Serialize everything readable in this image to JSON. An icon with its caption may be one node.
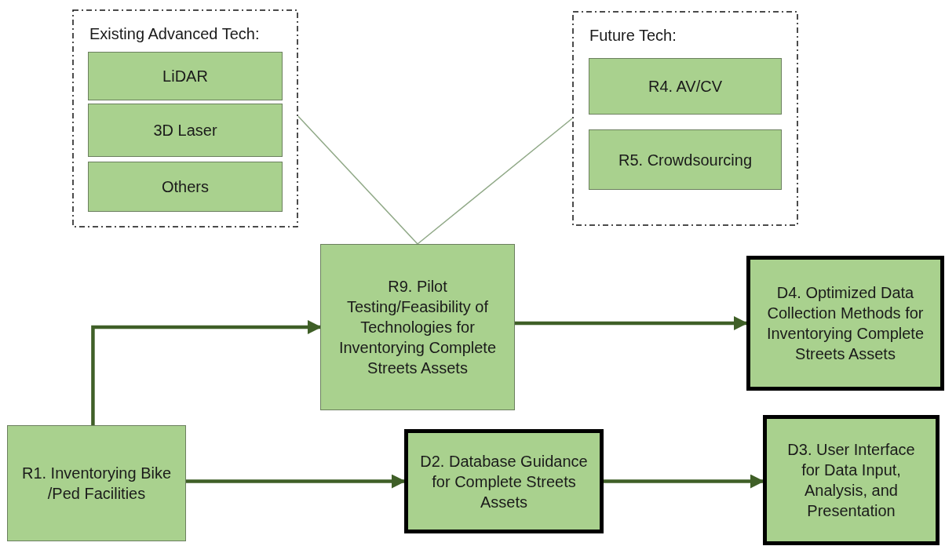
{
  "diagram": {
    "nodes": [
      {
        "text": [
          "Existing Advanced Tech:"
        ]
      },
      {
        "text": [
          "LiDAR"
        ],
        "in": 0
      },
      {
        "text": [
          "3D Laser"
        ],
        "in": 0
      },
      {
        "text": [
          "Others"
        ],
        "in": 0
      },
      {
        "text": [
          "Future Tech:"
        ]
      },
      {
        "text": [
          "R4. AV/CV"
        ],
        "in": 4
      },
      {
        "text": [
          "R5. Crowdsourcing"
        ],
        "in": 4
      },
      {
        "text": [
          "R9. Pilot Testing/Feasibility of Technologies for Inventorying Complete Streets Assets"
        ]
      },
      {
        "text": [
          "D4. Optimized Data Collection Methods for Inventorying Complete Streets Assets"
        ]
      },
      {
        "text": [
          "R1. Inventorying  Bike /Ped Facilities"
        ]
      },
      {
        "text": [
          "D2. Database Guidance for Complete Streets Assets"
        ]
      },
      {
        "text": [
          "D3. User Interface for Data Input, Analysis, and Presentation"
        ]
      }
    ],
    "edges": [
      {
        "from": 0,
        "to": 7,
        "arrow": "none",
        "color": "#8fa886"
      },
      {
        "from": 4,
        "to": 7,
        "arrow": "none",
        "color": "#8fa886"
      },
      {
        "from": 9,
        "to": 7,
        "arrow": "to"
      },
      {
        "from": 7,
        "to": 8,
        "arrow": "to"
      },
      {
        "from": 9,
        "to": 10,
        "arrow": "to"
      },
      {
        "from": 10,
        "to": 11,
        "arrow": "to"
      }
    ]
  }
}
